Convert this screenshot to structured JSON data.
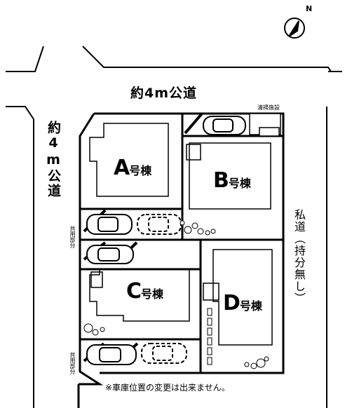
{
  "north_label": "N",
  "roads": {
    "top": "約4m公道",
    "left": "約4m公道",
    "right": "私道（持分無し）"
  },
  "buildings": {
    "A": {
      "letter": "A",
      "suffix": "号棟"
    },
    "B": {
      "letter": "B",
      "suffix": "号棟"
    },
    "C": {
      "letter": "C",
      "suffix": "号棟"
    },
    "D": {
      "letter": "D",
      "suffix": "号棟"
    }
  },
  "garbage_facility": "清掃施設",
  "shared_part": "共用部分",
  "note": "※車庫位置の変更は出来ません。"
}
